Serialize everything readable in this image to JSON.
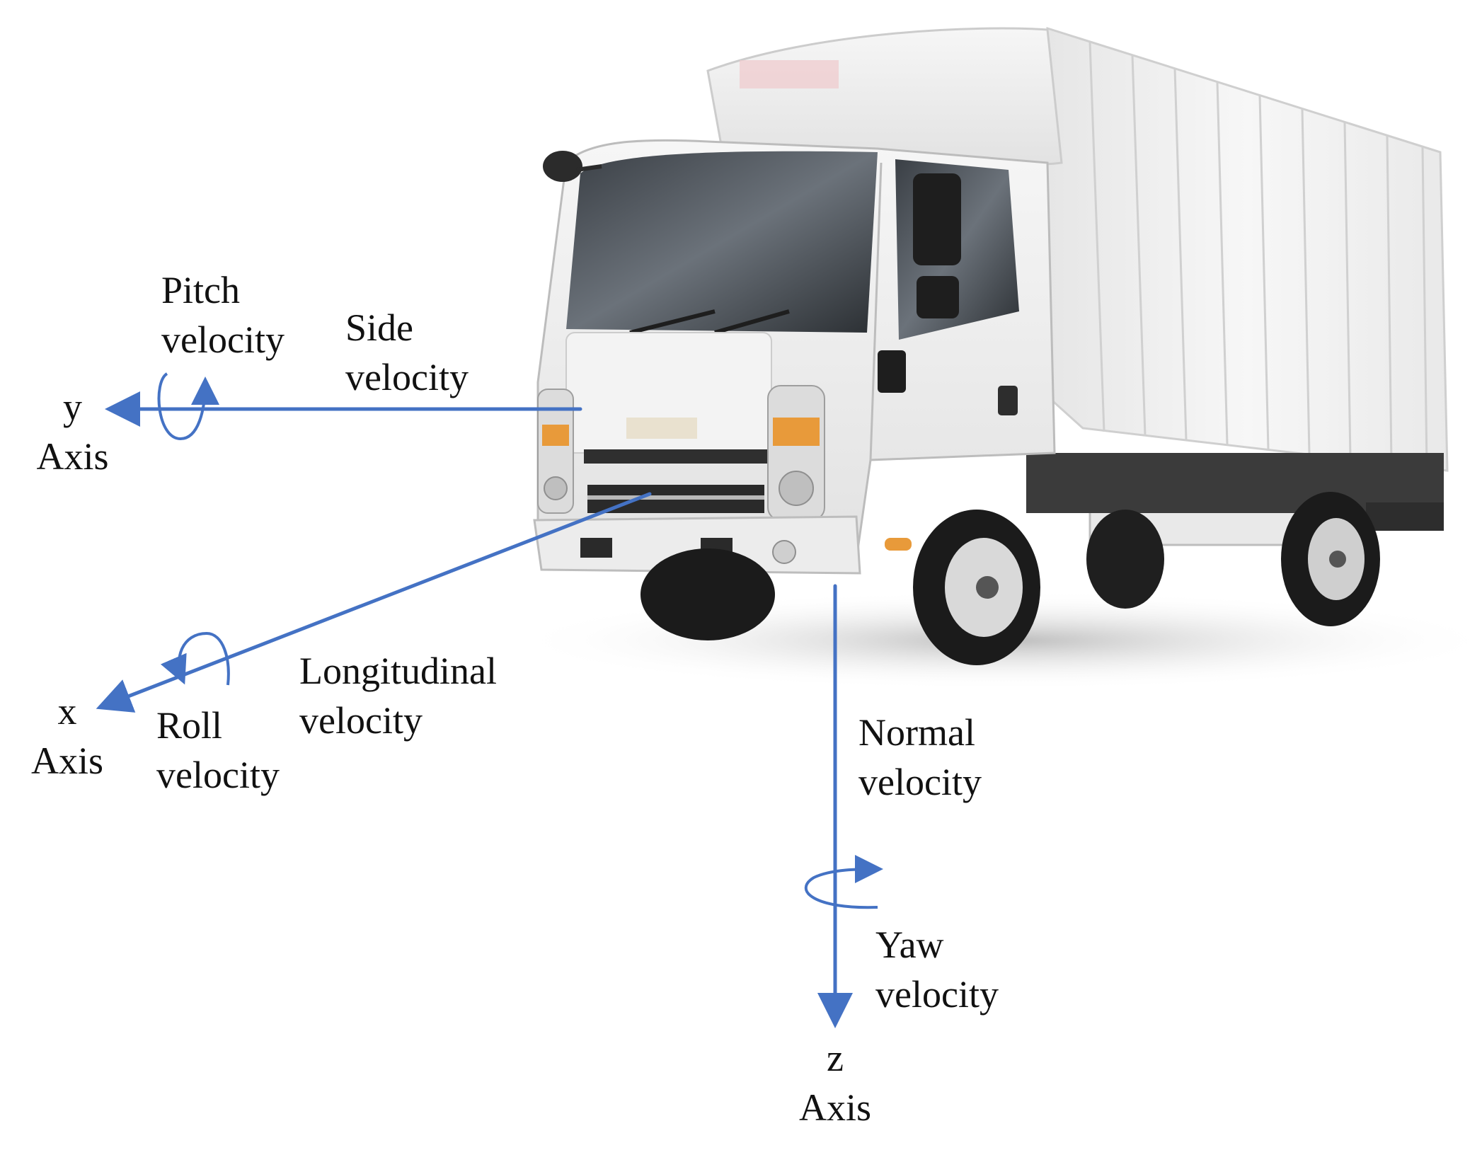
{
  "colors": {
    "axis": "#4472C4",
    "truck_body": "#f4f4f4",
    "truck_shadow": "#d9d9d9",
    "text": "#111111"
  },
  "labels": {
    "pitch": [
      "Pitch",
      "velocity"
    ],
    "side": [
      "Side",
      "velocity"
    ],
    "y_axis": [
      "y",
      "Axis"
    ],
    "longitudinal": [
      "Longitudinal",
      "velocity"
    ],
    "x_axis": [
      "x",
      "Axis"
    ],
    "roll": [
      "Roll",
      "velocity"
    ],
    "normal": [
      "Normal",
      "velocity"
    ],
    "yaw": [
      "Yaw",
      "velocity"
    ],
    "z_axis": [
      "z",
      "Axis"
    ]
  },
  "icons": {
    "truck": "box-truck-illustration",
    "pitch_rotation": "rotation-arrow-icon",
    "roll_rotation": "rotation-arrow-icon",
    "yaw_rotation": "rotation-arrow-icon"
  }
}
